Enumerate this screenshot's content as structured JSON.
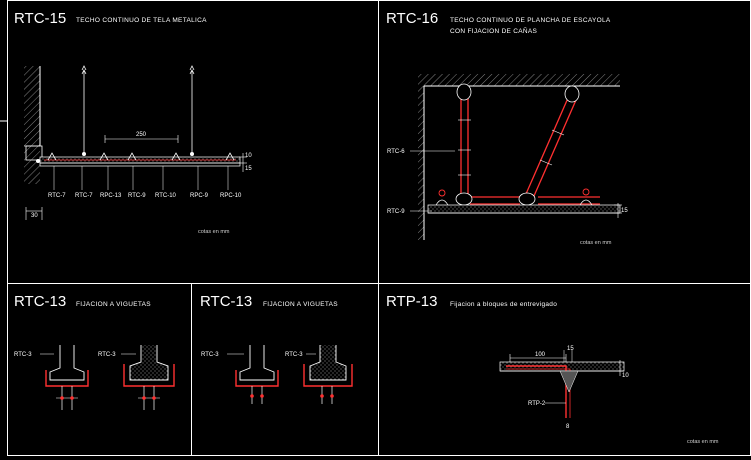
{
  "panels": {
    "rtc15": {
      "code": "RTC-15",
      "title": "TECHO CONTINUO DE TELA METALICA",
      "dim_span": "250",
      "dim_right_top": "10",
      "dim_right_bottom": "15",
      "dim_bottom": "30",
      "labels": [
        "RTC-7",
        "RTC-7",
        "RPC-13",
        "RTC-9",
        "RTC-10",
        "RPC-9",
        "RPC-10"
      ],
      "note": "cotas en mm"
    },
    "rtc16": {
      "code": "RTC-16",
      "title_line1": "TECHO CONTINUO DE PLANCHA DE ESCAYOLA",
      "title_line2": "CON FIJACION DE CAÑAS",
      "label_a": "RTC-6",
      "label_b": "RTC-9",
      "dim_right": "15",
      "note": "cotas en mm"
    },
    "rtc13a": {
      "code": "RTC-13",
      "title": "FIJACION A VIGUETAS",
      "label_a": "RTC-3",
      "label_b": "RTC-3"
    },
    "rtc13b": {
      "code": "RTC-13",
      "title": "FIJACION A VIGUETAS",
      "label_a": "RTC-3",
      "label_b": "RTC-3"
    },
    "rtp13": {
      "code": "RTP-13",
      "title": "Fijacion a bloques de entrevigado",
      "dim_top": "100",
      "dim_top_right": "15",
      "dim_right": "10",
      "dim_bottom": "8",
      "label": "RTP-2",
      "note": "cotas en mm"
    }
  },
  "colors": {
    "background": "#000000",
    "frame": "#ffffff",
    "section": "#ff3030",
    "anchor": "#ffffff"
  }
}
